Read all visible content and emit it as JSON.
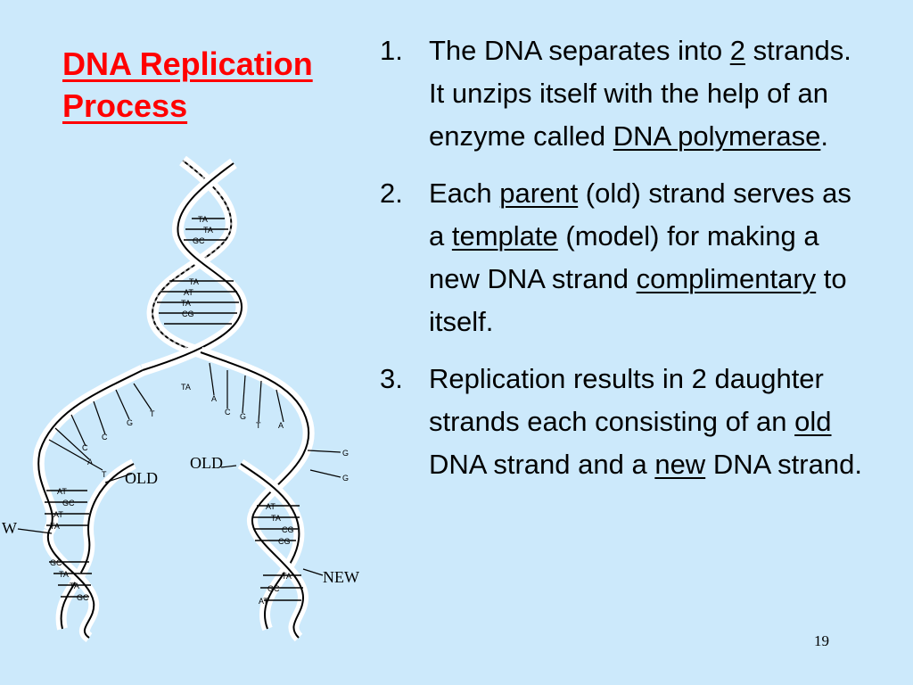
{
  "slide": {
    "title_line1": "DNA Replication",
    "title_line2": "Process",
    "page_number": "19"
  },
  "points": [
    {
      "number": "1.",
      "parts": [
        "The DNA separates into ",
        "2",
        " strands. It unzips itself with the help of an enzyme called ",
        "DNA polymerase",
        "."
      ]
    },
    {
      "number": "2.",
      "parts": [
        "Each ",
        "parent",
        " (old) strand serves as a ",
        "template",
        " (model) for making a new DNA strand ",
        "complimentary",
        " to itself."
      ]
    },
    {
      "number": "3.",
      "parts": [
        "Replication results in 2 daughter strands each consisting of an ",
        "old",
        " DNA strand and a ",
        "new",
        " DNA strand."
      ]
    }
  ],
  "diagram": {
    "labels": {
      "old_left": "OLD",
      "old_right": "OLD",
      "new_right": "NEW",
      "new_left_partial": "W"
    },
    "top_pairs": [
      "TA",
      "TA",
      "GC"
    ],
    "middle_pairs": [
      "TA",
      "AT",
      "TA",
      "CG"
    ],
    "fork_pair": "TA",
    "left_bases": [
      "T",
      "G",
      "C",
      "C",
      "A",
      "T"
    ],
    "right_bases": [
      "A",
      "C",
      "G",
      "T",
      "A"
    ],
    "right_side_bases": [
      "G",
      "G"
    ],
    "left_daughter_pairs": [
      "AT",
      "GC",
      "AT",
      "TA",
      "GC",
      "TA",
      "TA",
      "GC"
    ],
    "right_daughter_pairs": [
      "AT",
      "TA",
      "CG",
      "CG",
      "TA",
      "GC",
      "AT"
    ]
  }
}
